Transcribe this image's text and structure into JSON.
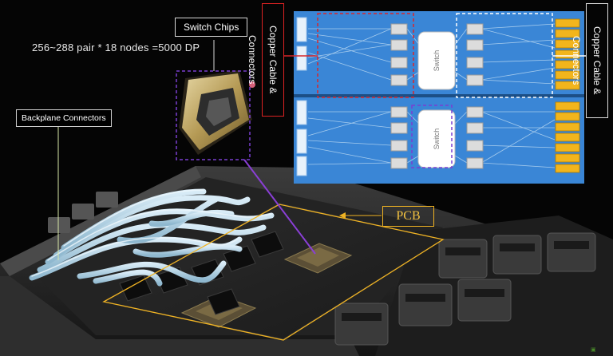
{
  "labels": {
    "formula": "256~288 pair  * 18 nodes =5000 DP",
    "switch_chips": "Switch Chips",
    "backplane_connectors": "Backplane Connectors",
    "copper_cable_left": "Copper Cable & Connectors",
    "copper_cable_right": "Copper Cable & Connectors",
    "pcb": "PCB",
    "switch_top": "Switch",
    "switch_bottom": "Switch"
  },
  "colors": {
    "pcb_outline": "#f0b323",
    "switch_chip_outline": "#7a3fd0",
    "cable_box_red": "#d8262b",
    "board_blue": "#3a86d6",
    "connector_gold": "#f2b51c"
  }
}
